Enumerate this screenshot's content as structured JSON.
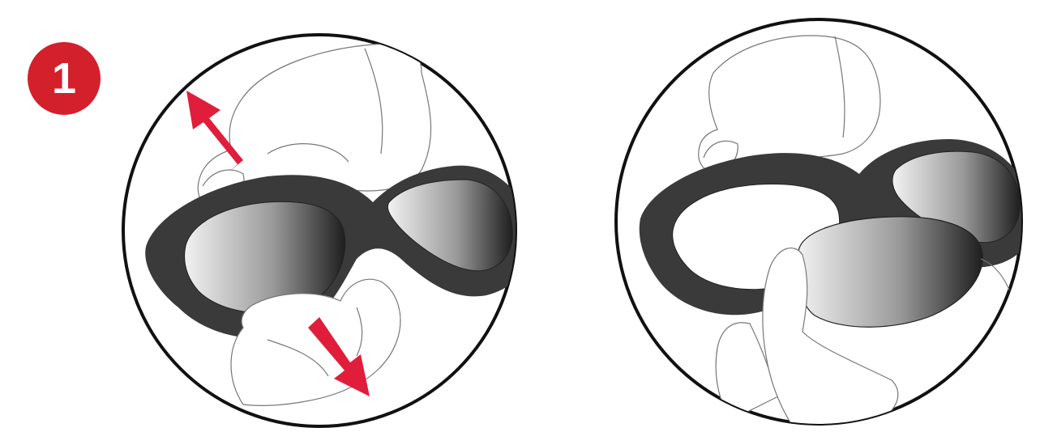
{
  "step": {
    "number": "1"
  },
  "colors": {
    "badge": "#d4202a",
    "arrow": "#e11d3c",
    "frame": "#3a3a3a",
    "outline": "#111111",
    "sketch": "#777777",
    "lens_light": "#f2f2f2",
    "lens_dark": "#1e1e1e"
  },
  "icons": {
    "step_badge": "step-number-badge",
    "arrow_up": "red-arrow-up-left",
    "arrow_down": "red-arrow-down-right"
  }
}
